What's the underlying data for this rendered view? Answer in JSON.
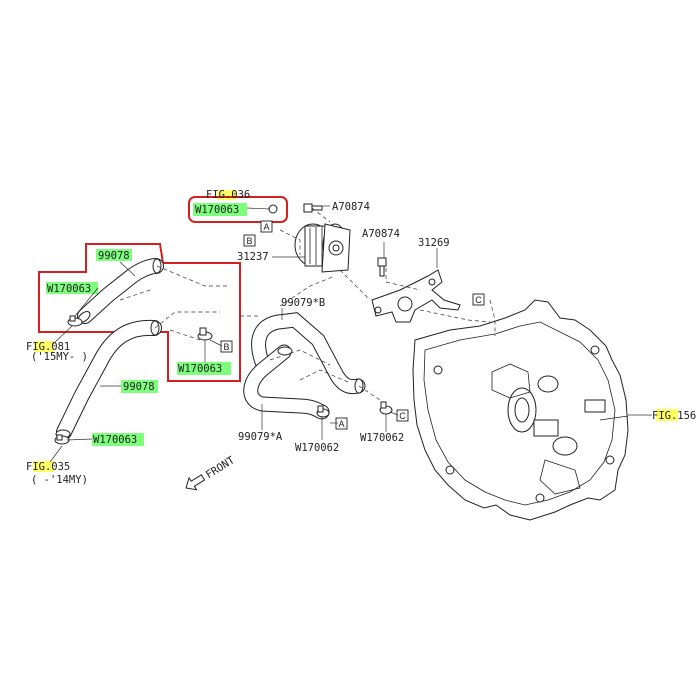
{
  "labels": {
    "fig036": "FIG.036",
    "w170063_top": "W170063",
    "a70874_1": "A70874",
    "a70874_2": "A70874",
    "p31269": "31269",
    "p31237": "31237",
    "p99078_top": "99078",
    "w170063_left": "W170063",
    "fig081": "FIG.081",
    "my15": "('15MY- )",
    "p99079b": "99079*B",
    "w170063_mid": "W170063",
    "p99078_bottom": "99078",
    "w170063_low": "W170063",
    "fig035": "FIG.035",
    "my14": "( -'14MY)",
    "p99079a": "99079*A",
    "w170062_1": "W170062",
    "w170062_2": "W170062",
    "fig156": "FIG.156",
    "front": "FRONT"
  },
  "callouts": {
    "a_top": "A",
    "b_left": "B",
    "b_right": "B",
    "c_top": "C",
    "a_bottom": "A",
    "c_bottom": "C"
  },
  "colors": {
    "highlight_green": "#7dff7d",
    "highlight_yellow": "#ffff66",
    "outline_red": "#d42020"
  }
}
